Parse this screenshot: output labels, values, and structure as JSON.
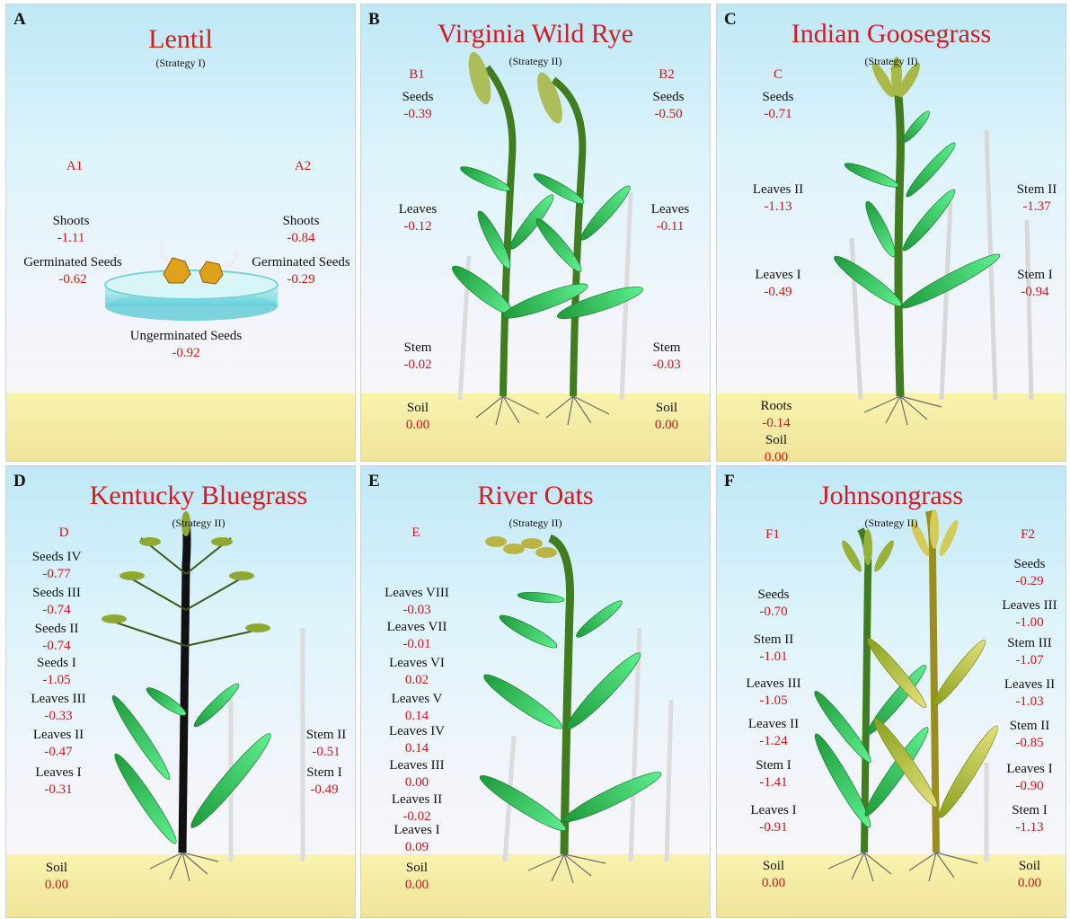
{
  "colors": {
    "title": "#d71920",
    "value": "#c81a1a",
    "sky": "#bfe8f6",
    "soil": "#f4eca3",
    "leaf": "#2fc24a",
    "leaf_light": "#4ee68a"
  },
  "panels": {
    "A": {
      "letter": "A",
      "title": "Lentil",
      "strategy": "(Strategy I)",
      "tags": [
        "A1",
        "A2"
      ],
      "labels": [
        {
          "name": "Shoots",
          "value": "-1.11"
        },
        {
          "name": "Germinated Seeds",
          "value": "-0.62"
        },
        {
          "name": "Shoots",
          "value": "-0.84"
        },
        {
          "name": "Germinated Seeds",
          "value": "-0.29"
        },
        {
          "name": "Ungerminated Seeds",
          "value": "-0.92"
        }
      ]
    },
    "B": {
      "letter": "B",
      "title": "Virginia Wild Rye",
      "strategy": "(Strategy II)",
      "tags": [
        "B1",
        "B2"
      ],
      "labels": [
        {
          "name": "Seeds",
          "value": "-0.39"
        },
        {
          "name": "Leaves",
          "value": "-0.12"
        },
        {
          "name": "Stem",
          "value": "-0.02"
        },
        {
          "name": "Soil",
          "value": "0.00"
        },
        {
          "name": "Seeds",
          "value": "-0.50"
        },
        {
          "name": "Leaves",
          "value": "-0.11"
        },
        {
          "name": "Stem",
          "value": "-0.03"
        },
        {
          "name": "Soil",
          "value": "0.00"
        }
      ]
    },
    "C": {
      "letter": "C",
      "title": "Indian Goosegrass",
      "strategy": "(Strategy II)",
      "tags": [
        "C"
      ],
      "labels": [
        {
          "name": "Seeds",
          "value": "-0.71"
        },
        {
          "name": "Leaves II",
          "value": "-1.13"
        },
        {
          "name": "Leaves I",
          "value": "-0.49"
        },
        {
          "name": "Roots",
          "value": "-0.14"
        },
        {
          "name": "Soil",
          "value": "0.00"
        },
        {
          "name": "Stem II",
          "value": "-1.37"
        },
        {
          "name": "Stem I",
          "value": "-0.94"
        }
      ]
    },
    "D": {
      "letter": "D",
      "title": "Kentucky Bluegrass",
      "strategy": "(Strategy II)",
      "tags": [
        "D"
      ],
      "labels": [
        {
          "name": "Seeds IV",
          "value": "-0.77"
        },
        {
          "name": "Seeds III",
          "value": "-0.74"
        },
        {
          "name": "Seeds II",
          "value": "-0.74"
        },
        {
          "name": "Seeds I",
          "value": "-1.05"
        },
        {
          "name": "Leaves III",
          "value": "-0.33"
        },
        {
          "name": "Leaves II",
          "value": "-0.47"
        },
        {
          "name": "Leaves I",
          "value": "-0.31"
        },
        {
          "name": "Soil",
          "value": "0.00"
        },
        {
          "name": "Stem II",
          "value": "-0.51"
        },
        {
          "name": "Stem I",
          "value": "-0.49"
        }
      ]
    },
    "E": {
      "letter": "E",
      "title": "River Oats",
      "strategy": "(Strategy II)",
      "tags": [
        "E"
      ],
      "labels": [
        {
          "name": "Leaves VIII",
          "value": "-0.03"
        },
        {
          "name": "Leaves VII",
          "value": "-0.01"
        },
        {
          "name": "Leaves VI",
          "value": "0.02"
        },
        {
          "name": "Leaves V",
          "value": "0.14"
        },
        {
          "name": "Leaves IV",
          "value": "0.14"
        },
        {
          "name": "Leaves III",
          "value": "0.00"
        },
        {
          "name": "Leaves II",
          "value": "-0.02"
        },
        {
          "name": "Leaves I",
          "value": "0.09"
        },
        {
          "name": "Soil",
          "value": "0.00"
        }
      ]
    },
    "F": {
      "letter": "F",
      "title": "Johnsongrass",
      "strategy": "(Strategy II)",
      "tags": [
        "F1",
        "F2"
      ],
      "labels": [
        {
          "name": "Seeds",
          "value": "-0.70"
        },
        {
          "name": "Stem II",
          "value": "-1.01"
        },
        {
          "name": "Leaves III",
          "value": "-1.05"
        },
        {
          "name": "Leaves II",
          "value": "-1.24"
        },
        {
          "name": "Stem I",
          "value": "-1.41"
        },
        {
          "name": "Leaves I",
          "value": "-0.91"
        },
        {
          "name": "Soil",
          "value": "0.00"
        },
        {
          "name": "Seeds",
          "value": "-0.29"
        },
        {
          "name": "Leaves III",
          "value": "-1.00"
        },
        {
          "name": "Stem III",
          "value": "-1.07"
        },
        {
          "name": "Leaves II",
          "value": "-1.03"
        },
        {
          "name": "Stem II",
          "value": "-0.85"
        },
        {
          "name": "Leaves I",
          "value": "-0.90"
        },
        {
          "name": "Stem I",
          "value": "-1.13"
        },
        {
          "name": "Soil",
          "value": "0.00"
        }
      ]
    }
  }
}
